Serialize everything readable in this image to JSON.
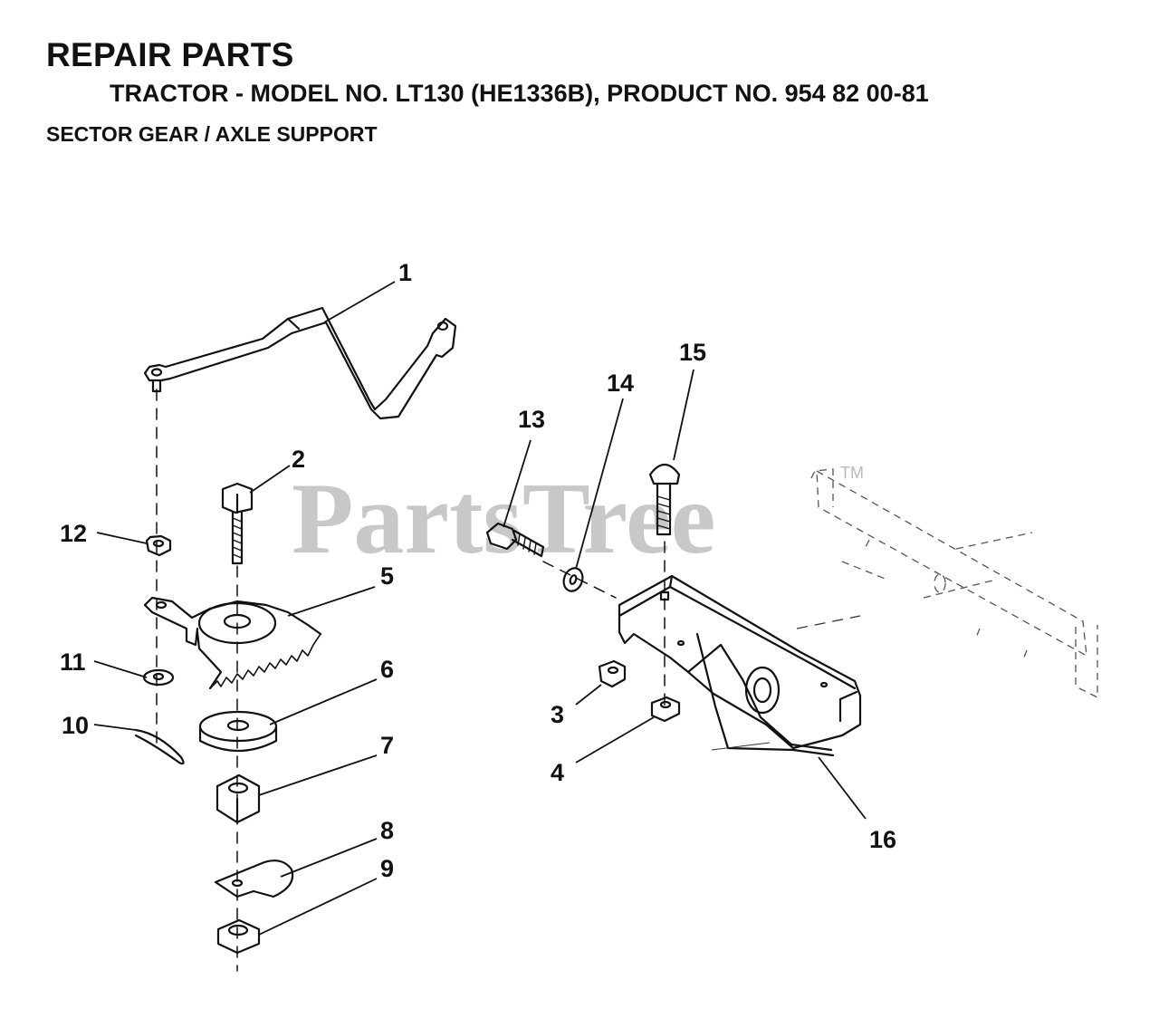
{
  "header": {
    "title": "REPAIR PARTS",
    "subtitle": "TRACTOR - MODEL NO. LT130 (HE1336B), PRODUCT NO. 954 82 00-81",
    "section": "SECTOR GEAR / AXLE SUPPORT"
  },
  "watermark": {
    "text": "PartsTree",
    "trademark": "TM"
  },
  "callouts": [
    {
      "id": "1",
      "label": "1"
    },
    {
      "id": "2",
      "label": "2"
    },
    {
      "id": "3",
      "label": "3"
    },
    {
      "id": "4",
      "label": "4"
    },
    {
      "id": "5",
      "label": "5"
    },
    {
      "id": "6",
      "label": "6"
    },
    {
      "id": "7",
      "label": "7"
    },
    {
      "id": "8",
      "label": "8"
    },
    {
      "id": "9",
      "label": "9"
    },
    {
      "id": "10",
      "label": "10"
    },
    {
      "id": "11",
      "label": "11"
    },
    {
      "id": "12",
      "label": "12"
    },
    {
      "id": "13",
      "label": "13"
    },
    {
      "id": "14",
      "label": "14"
    },
    {
      "id": "15",
      "label": "15"
    },
    {
      "id": "16",
      "label": "16"
    }
  ]
}
